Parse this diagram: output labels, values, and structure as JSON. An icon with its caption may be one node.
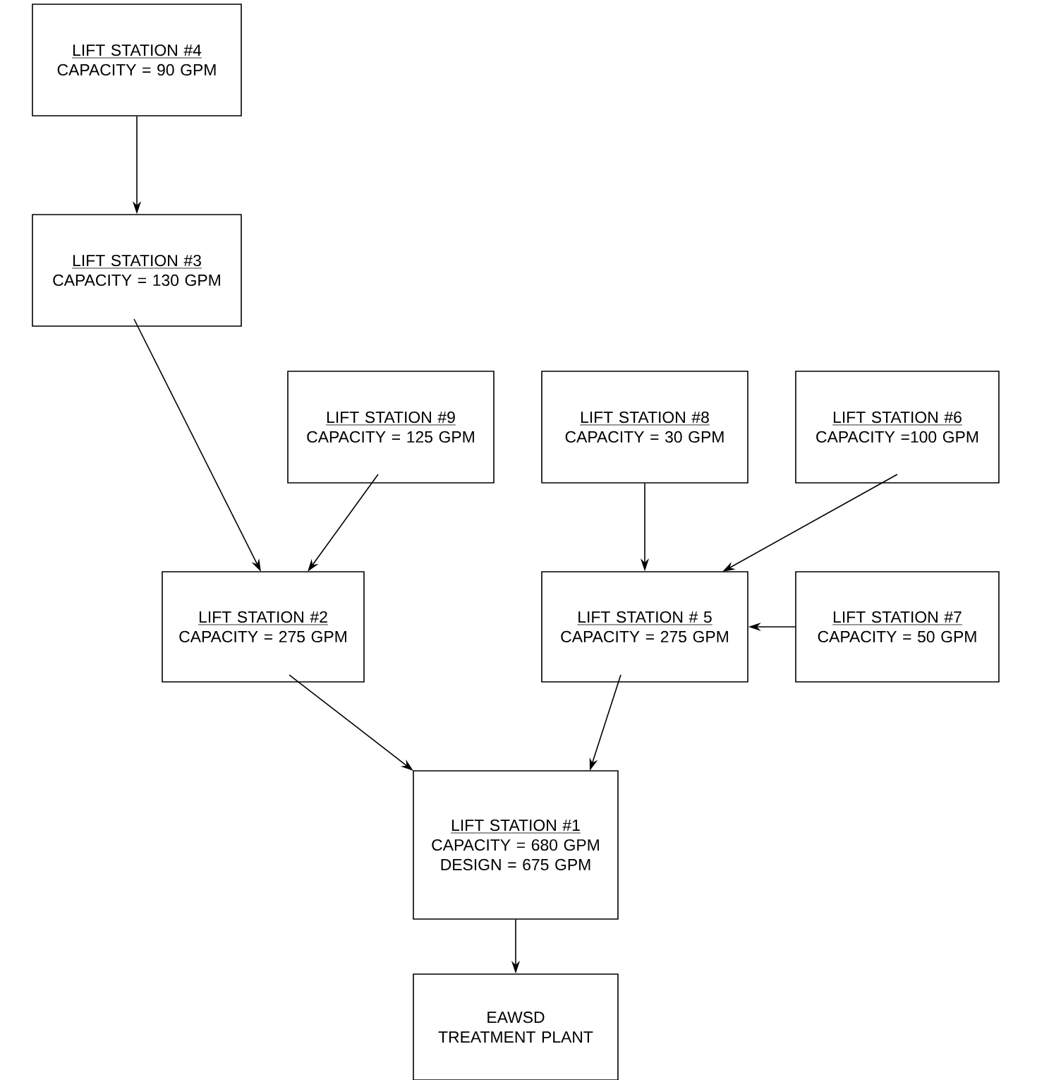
{
  "diagram": {
    "nodes": [
      {
        "text": [
          "LIFT STATION #4",
          "CAPACITY = 90 GPM"
        ]
      },
      {
        "text": [
          "LIFT STATION #3",
          "CAPACITY = 130 GPM"
        ]
      },
      {
        "text": [
          "LIFT STATION #9",
          "CAPACITY = 125 GPM"
        ]
      },
      {
        "text": [
          "LIFT STATION #8",
          "CAPACITY = 30 GPM"
        ]
      },
      {
        "text": [
          "LIFT STATION #6",
          "CAPACITY =100 GPM"
        ]
      },
      {
        "text": [
          "LIFT STATION #2",
          "CAPACITY = 275 GPM"
        ]
      },
      {
        "text": [
          "LIFT STATION # 5",
          "CAPACITY = 275 GPM"
        ]
      },
      {
        "text": [
          "LIFT STATION #7",
          "CAPACITY = 50 GPM"
        ]
      },
      {
        "text": [
          "LIFT STATION #1",
          "CAPACITY = 680 GPM",
          "DESIGN = 675 GPM"
        ]
      },
      {
        "text": [
          "EAWSD TREATMENT PLANT"
        ]
      }
    ],
    "edges": [
      {
        "from": 0,
        "to": 1,
        "arrow": "to"
      },
      {
        "from": 1,
        "to": 5,
        "arrow": "to"
      },
      {
        "from": 2,
        "to": 5,
        "arrow": "to"
      },
      {
        "from": 3,
        "to": 6,
        "arrow": "to"
      },
      {
        "from": 4,
        "to": 6,
        "arrow": "to"
      },
      {
        "from": 7,
        "to": 6,
        "arrow": "to"
      },
      {
        "from": 5,
        "to": 8,
        "arrow": "to"
      },
      {
        "from": 6,
        "to": 8,
        "arrow": "to"
      },
      {
        "from": 8,
        "to": 9,
        "arrow": "to"
      }
    ]
  }
}
